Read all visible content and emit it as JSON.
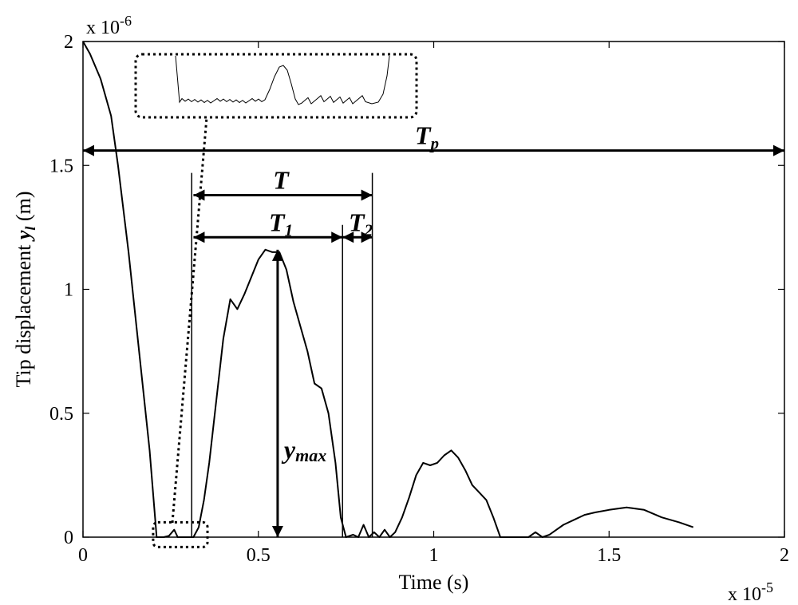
{
  "chart_data": {
    "type": "line",
    "title": "",
    "xlabel": "Time (s)",
    "ylabel_prefix": "Tip displacement ",
    "ylabel_symbol": "y",
    "ylabel_sub": "l",
    "ylabel_unit": " (m)",
    "x_multiplier": "x 10",
    "x_multiplier_exp": "-5",
    "y_multiplier": "x 10",
    "y_multiplier_exp": "-6",
    "xlim": [
      0,
      2
    ],
    "ylim": [
      0,
      2
    ],
    "xticks": [
      0,
      0.5,
      1,
      1.5,
      2
    ],
    "xtick_labels": [
      "0",
      "0.5",
      "1",
      "1.5",
      "2"
    ],
    "yticks": [
      0,
      0.5,
      1,
      1.5,
      2
    ],
    "ytick_labels": [
      "0",
      "0.5",
      "1",
      "1.5",
      "2"
    ],
    "grid": false,
    "series": [
      {
        "x": [
          0,
          0.02,
          0.05,
          0.08,
          0.1,
          0.13,
          0.16,
          0.19,
          0.21,
          0.23,
          0.245,
          0.26,
          0.27,
          0.285,
          0.3,
          0.315,
          0.33,
          0.345,
          0.36,
          0.38,
          0.4,
          0.42,
          0.44,
          0.46,
          0.48,
          0.5,
          0.52,
          0.54,
          0.55,
          0.56,
          0.58,
          0.6,
          0.62,
          0.64,
          0.66,
          0.68,
          0.7,
          0.72,
          0.735,
          0.75,
          0.77,
          0.785,
          0.8,
          0.815,
          0.83,
          0.845,
          0.86,
          0.875,
          0.89,
          0.91,
          0.93,
          0.95,
          0.97,
          0.99,
          1.01,
          1.03,
          1.05,
          1.07,
          1.09,
          1.11,
          1.13,
          1.15,
          1.17,
          1.19,
          1.21,
          1.23,
          1.25,
          1.27,
          1.29,
          1.31,
          1.33,
          1.35,
          1.37,
          1.4,
          1.43,
          1.46,
          1.5,
          1.55,
          1.6,
          1.65,
          1.7,
          1.74
        ],
        "y": [
          2.0,
          1.95,
          1.85,
          1.7,
          1.5,
          1.15,
          0.75,
          0.35,
          0.0,
          0.0,
          0.005,
          0.03,
          0.0,
          0.0,
          0.0,
          0.0,
          0.04,
          0.15,
          0.3,
          0.55,
          0.8,
          0.96,
          0.92,
          0.98,
          1.05,
          1.12,
          1.16,
          1.15,
          1.15,
          1.15,
          1.08,
          0.95,
          0.85,
          0.75,
          0.62,
          0.6,
          0.5,
          0.3,
          0.08,
          0.0,
          0.01,
          0.0,
          0.05,
          0.0,
          0.02,
          0.0,
          0.03,
          0.0,
          0.02,
          0.08,
          0.16,
          0.25,
          0.3,
          0.29,
          0.3,
          0.33,
          0.35,
          0.32,
          0.27,
          0.21,
          0.18,
          0.15,
          0.08,
          0.0,
          0.0,
          0.0,
          0.0,
          0.0,
          0.02,
          0.0,
          0.01,
          0.03,
          0.05,
          0.07,
          0.09,
          0.1,
          0.11,
          0.12,
          0.11,
          0.08,
          0.06,
          0.04
        ]
      }
    ],
    "annotations": {
      "Tp": {
        "label": "T",
        "sub": "p",
        "y": 1.56,
        "x0": 0,
        "x1": 2
      },
      "T": {
        "label": "T",
        "sub": "",
        "y": 1.38,
        "x0": 0.315,
        "x1": 0.825
      },
      "T1": {
        "label": "T",
        "sub": "1",
        "y": 1.21,
        "x0": 0.315,
        "x1": 0.74
      },
      "T2": {
        "label": "T",
        "sub": "2",
        "y": 1.21,
        "x0": 0.74,
        "x1": 0.825
      },
      "ymax": {
        "label": "y",
        "sub": "max",
        "x": 0.555,
        "y0": 0,
        "y1": 1.16
      },
      "markers": [
        {
          "x": 0.31,
          "y0": 0,
          "y1": 1.47
        },
        {
          "x": 0.74,
          "y0": 0,
          "y1": 1.26
        },
        {
          "x": 0.825,
          "y0": 0,
          "y1": 1.47
        }
      ],
      "zoom_box_small": {
        "x0": 0.2,
        "x1": 0.355,
        "y0": -0.04,
        "y1": 0.06
      },
      "zoom_box_large_note": "magnified inset of the region near the first minimum"
    }
  }
}
